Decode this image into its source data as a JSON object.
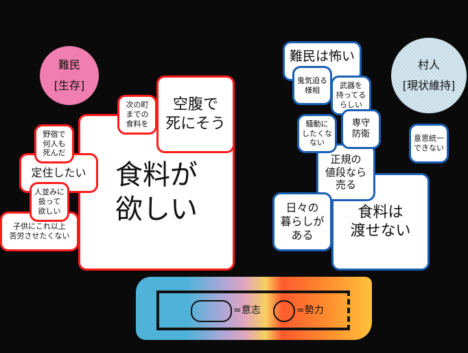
{
  "refugees": {
    "circle": "難民\n[生存]",
    "color": "#f07eb0",
    "boxes": {
      "main": "食料が\n欲しい",
      "hungry": "空腹で\n死にそう",
      "next_town": "次の町\nまでの\n食料を",
      "camp": "野宿で\n何人も\n死んだ",
      "settle": "定住したい",
      "humane": "人並みに\n扱って\n欲しい",
      "children": "子供にこれ以上\n苦労させたくない"
    }
  },
  "villagers": {
    "circle": "村人\n[現状維持]",
    "color": "#c8dde6",
    "boxes": {
      "fear": "難民は怖い",
      "desperate": "鬼気迫る\n様相",
      "weapons": "武器を\n持ってる\nらしい",
      "no_trouble": "騒動に\nしたくな\nない",
      "defense": "専守\n防衛",
      "fair_price": "正規の\n値段なら\n売る",
      "daily": "日々の\n暮らしが\nある",
      "main": "食料は\n渡せない",
      "no_unity": "意思統一\nできない"
    }
  },
  "legend": {
    "will": "=意志",
    "force": "=勢力"
  }
}
